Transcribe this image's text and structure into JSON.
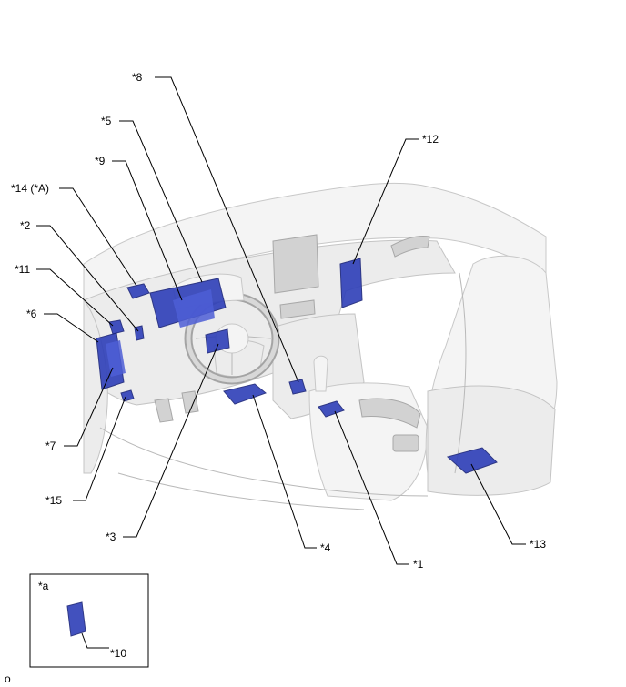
{
  "callouts": {
    "c1": "*1",
    "c2": "*2",
    "c3": "*3",
    "c4": "*4",
    "c5": "*5",
    "c6": "*6",
    "c7": "*7",
    "c8": "*8",
    "c9": "*9",
    "c10": "*10",
    "c11": "*11",
    "c12": "*12",
    "c13": "*13",
    "c14": "*14 (*A)",
    "c15": "*15"
  },
  "inset": {
    "label": "*a"
  },
  "corner_mark": "o",
  "colors": {
    "component": "#2e3fb8",
    "leader": "#000000",
    "vehicle_body": "#ececec"
  }
}
